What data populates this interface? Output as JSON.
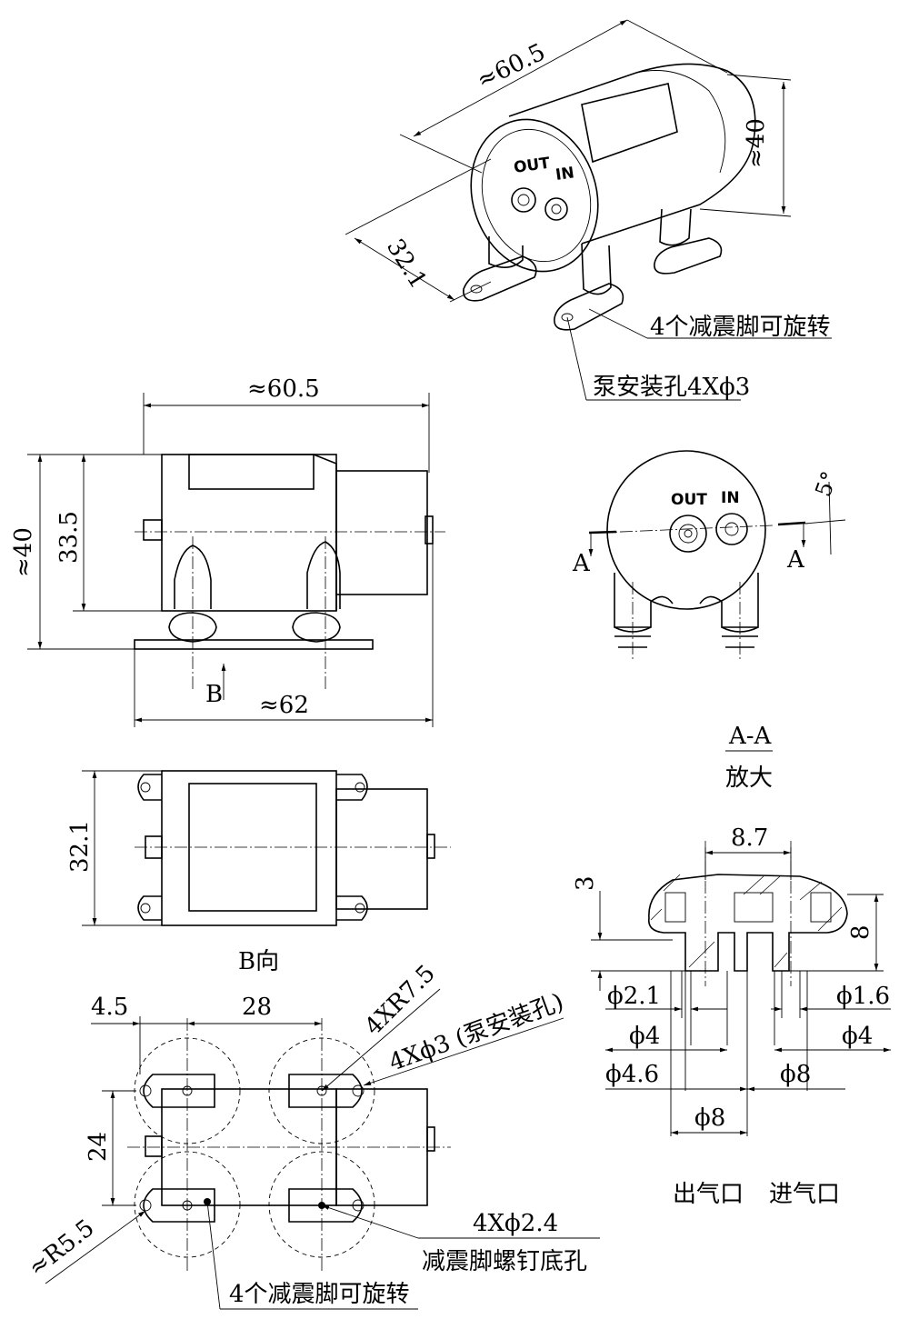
{
  "iso": {
    "length_dim": "≈60.5",
    "height_dim": "≈40",
    "width_dim": "32.1",
    "out_label": "OUT",
    "in_label": "IN",
    "note_feet": "4个减震脚可旋转",
    "note_holes": "泵安装孔4Xϕ3"
  },
  "side": {
    "length_dim": "≈60.5",
    "height_dim": "≈40",
    "body_dim": "33.5",
    "base_dim": "≈62",
    "view_arrow": "B"
  },
  "front": {
    "out_label": "OUT",
    "in_label": "IN",
    "angle": "5°",
    "section_left": "A",
    "section_right": "A"
  },
  "bview": {
    "width_dim": "32.1",
    "title": "B向"
  },
  "bottom": {
    "dim_45": "4.5",
    "dim_28": "28",
    "dim_24": "24",
    "dim_r75": "4XR7.5",
    "dim_holes": "4Xϕ3 (泵安装孔)",
    "dim_r55": "≈R5.5",
    "dim_screw": "4Xϕ2.4",
    "note_screw": "减震脚螺钉底孔",
    "note_feet": "4个减震脚可旋转"
  },
  "section": {
    "title": "A-A",
    "subtitle": "放大",
    "dim_87": "8.7",
    "dim_3": "3",
    "dim_8v": "8",
    "d21": "ϕ2.1",
    "d16": "ϕ1.6",
    "d4_left": "ϕ4",
    "d4_right": "ϕ4",
    "d46": "ϕ4.6",
    "d8_right": "ϕ8",
    "d8_bottom": "ϕ8",
    "outlet_label": "出气口",
    "inlet_label": "进气口"
  }
}
